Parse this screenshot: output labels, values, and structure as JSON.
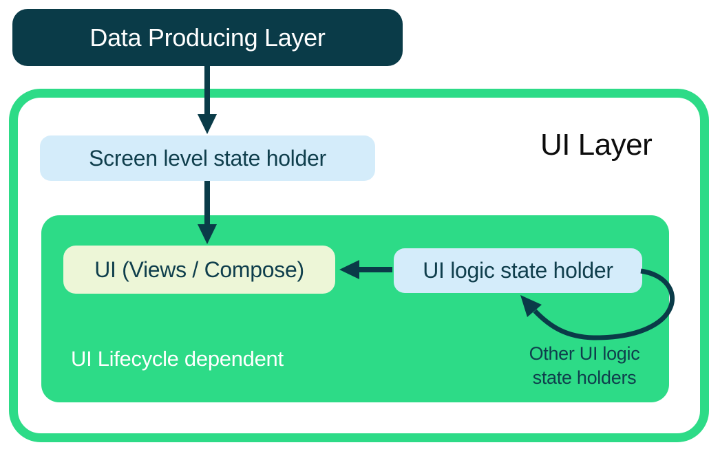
{
  "diagram": {
    "type": "architecture-diagram",
    "colors": {
      "dark_navy": "#0A3B48",
      "green": "#2DDB87",
      "light_blue": "#D4ECFA",
      "cream": "#EDF6D7",
      "white": "#FFFFFF",
      "title_black": "#0D0D0D"
    },
    "nodes": {
      "data_producing_layer": {
        "label": "Data Producing Layer"
      },
      "ui_layer": {
        "label": "UI Layer"
      },
      "screen_level_state_holder": {
        "label": "Screen level state holder"
      },
      "ui_views_compose": {
        "label": "UI (Views / Compose)"
      },
      "ui_logic_state_holder": {
        "label": "UI logic state holder"
      },
      "ui_lifecycle_dependent": {
        "label": "UI Lifecycle dependent"
      },
      "other_ui_logic_state_holders": {
        "line1": "Other UI logic",
        "line2": "state holders"
      }
    },
    "edges": [
      {
        "from": "Data Producing Layer",
        "to": "Screen level state holder",
        "kind": "arrow-down"
      },
      {
        "from": "Screen level state holder",
        "to": "UI (Views / Compose)",
        "kind": "arrow-down"
      },
      {
        "from": "UI logic state holder",
        "to": "UI (Views / Compose)",
        "kind": "arrow-left"
      },
      {
        "from": "UI logic state holder",
        "to": "UI logic state holder",
        "kind": "self-loop",
        "annotation": "Other UI logic state holders"
      }
    ]
  }
}
